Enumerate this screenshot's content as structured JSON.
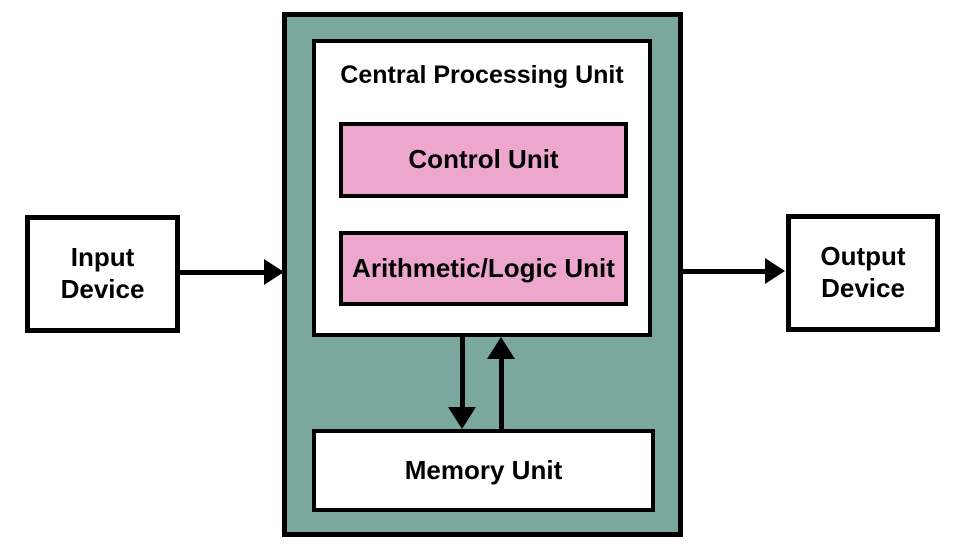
{
  "diagram": {
    "type": "block-diagram",
    "nodes": {
      "input": {
        "label": "Input Device"
      },
      "cpu": {
        "title": "Central Processing Unit"
      },
      "control": {
        "label": "Control Unit"
      },
      "alu": {
        "label": "Arithmetic/Logic Unit"
      },
      "memory": {
        "label": "Memory Unit"
      },
      "output": {
        "label": "Output Device"
      }
    },
    "edges": [
      {
        "from": "input",
        "to": "cpu",
        "direction": "right"
      },
      {
        "from": "cpu",
        "to": "output",
        "direction": "right"
      },
      {
        "from": "cpu",
        "to": "memory",
        "direction": "down"
      },
      {
        "from": "memory",
        "to": "cpu",
        "direction": "up"
      }
    ],
    "colors": {
      "container_fill": "#7AA89E",
      "unit_fill": "#EDA6CC",
      "box_fill": "#FFFFFF",
      "line": "#000000",
      "background": "#FFFFFF"
    }
  }
}
